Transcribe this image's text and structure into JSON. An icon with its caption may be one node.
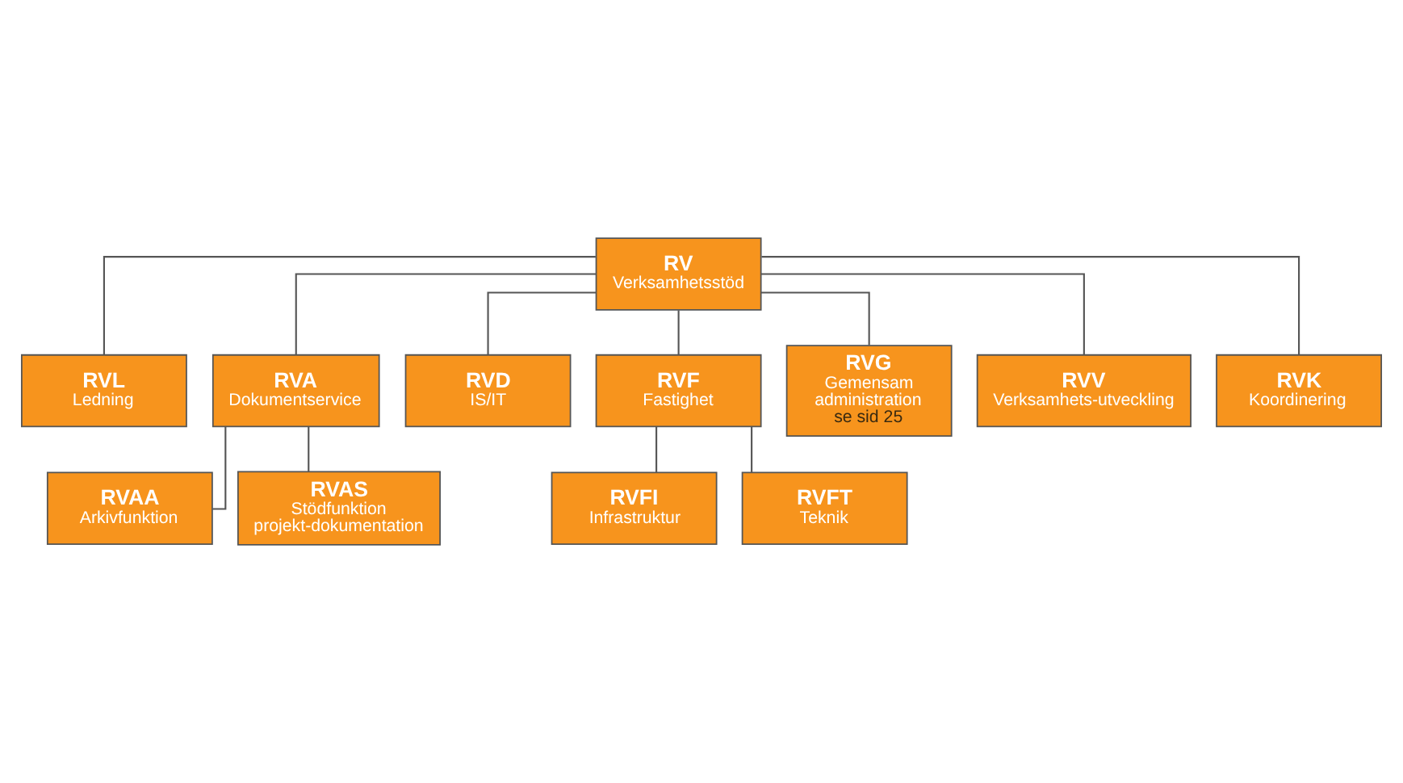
{
  "diagram": {
    "nodes": [
      {
        "text": [
          "RV",
          "Verksamhetsstöd"
        ]
      },
      {
        "text": [
          "RVL",
          "Ledning"
        ]
      },
      {
        "text": [
          "RVA",
          "Dokumentservice"
        ]
      },
      {
        "text": [
          "RVD",
          "IS/IT"
        ]
      },
      {
        "text": [
          "RVF",
          "Fastighet"
        ]
      },
      {
        "text": [
          "RVG",
          "Gemensam administration",
          "se sid 25"
        ]
      },
      {
        "text": [
          "RVV",
          "Verksamhets-utveckling"
        ]
      },
      {
        "text": [
          "RVK",
          "Koordinering"
        ]
      },
      {
        "text": [
          "RVAA",
          "Arkivfunktion"
        ]
      },
      {
        "text": [
          "RVAS",
          "Stödfunktion projekt-dokumentation"
        ]
      },
      {
        "text": [
          "RVFI",
          "Infrastruktur"
        ]
      },
      {
        "text": [
          "RVFT",
          "Teknik"
        ]
      }
    ],
    "edges": [
      {
        "from": 0,
        "to": 1,
        "arrow": "none"
      },
      {
        "from": 0,
        "to": 2,
        "arrow": "none"
      },
      {
        "from": 0,
        "to": 3,
        "arrow": "none"
      },
      {
        "from": 0,
        "to": 4,
        "arrow": "none"
      },
      {
        "from": 0,
        "to": 5,
        "arrow": "none"
      },
      {
        "from": 0,
        "to": 6,
        "arrow": "none"
      },
      {
        "from": 0,
        "to": 7,
        "arrow": "none"
      },
      {
        "from": 2,
        "to": 8,
        "arrow": "none"
      },
      {
        "from": 2,
        "to": 9,
        "arrow": "none"
      },
      {
        "from": 4,
        "to": 10,
        "arrow": "none"
      },
      {
        "from": 4,
        "to": 11,
        "arrow": "none"
      }
    ]
  }
}
